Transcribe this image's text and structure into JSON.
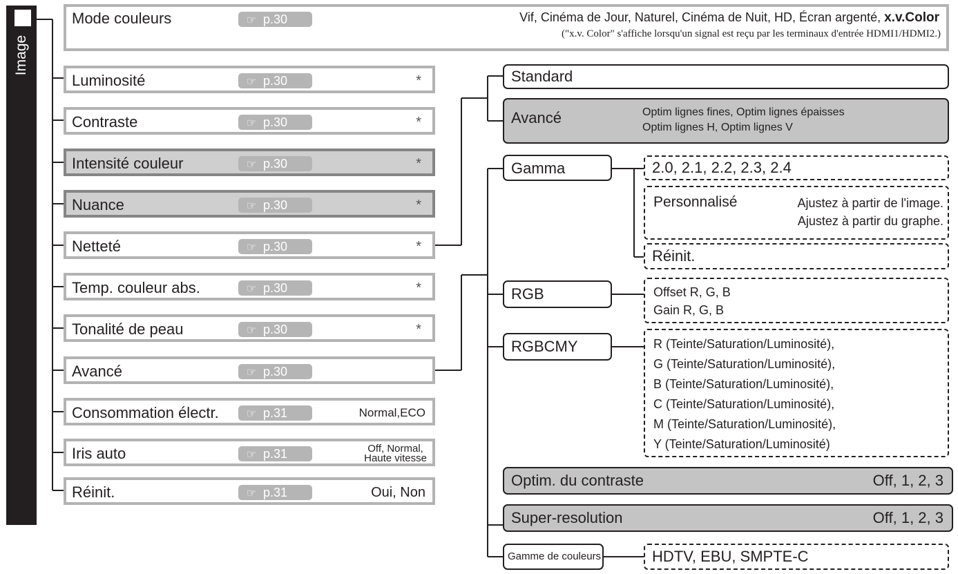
{
  "sidebar": {
    "title": "Image"
  },
  "ref_icon": "pointing-hand-icon",
  "colors": {
    "sidebar": "#231f20",
    "box_border": "#b3b3b3",
    "box_dark_border": "#858585",
    "box_dark_fill": "#cfcfcf",
    "ref_badge": "#b5b5b5",
    "highlight_fill": "#c4c4c4"
  },
  "menu": {
    "mode_couleurs": {
      "label": "Mode couleurs",
      "ref": "p.30",
      "options": "Vif, Cinéma de Jour, Naturel, Cinéma de Nuit, HD, Écran argenté,",
      "options_bold": "x.v.Color",
      "note": "(\"x.v. Color\" s'affiche lorsqu'un signal est reçu par les terminaux d'entrée HDMI1/HDMI2.)"
    },
    "items": [
      {
        "label": "Luminosité",
        "ref": "p.30",
        "value": "*"
      },
      {
        "label": "Contraste",
        "ref": "p.30",
        "value": "*"
      },
      {
        "label": "Intensité couleur",
        "ref": "p.30",
        "value": "*"
      },
      {
        "label": "Nuance",
        "ref": "p.30",
        "value": "*"
      },
      {
        "label": "Netteté",
        "ref": "p.30",
        "value": "*"
      },
      {
        "label": "Temp. couleur abs.",
        "ref": "p.30",
        "value": "*"
      },
      {
        "label": "Tonalité de peau",
        "ref": "p.30",
        "value": "*"
      },
      {
        "label": "Avancé",
        "ref": "p.30",
        "value": ""
      },
      {
        "label": "Consommation électr.",
        "ref": "p.31",
        "value": "Normal,ECO"
      },
      {
        "label": "Iris auto",
        "ref": "p.31",
        "value_line1": "Off, Normal,",
        "value_line2": "Haute vitesse"
      },
      {
        "label": "Réinit.",
        "ref": "p.31",
        "value": "Oui, Non"
      }
    ]
  },
  "nettete_sub": {
    "standard": "Standard",
    "avance": {
      "label": "Avancé",
      "line1": "Optim lignes fines, Optim lignes épaisses",
      "line2": "Optim lignes H, Optim lignes V"
    }
  },
  "avance_sub": {
    "gamma": {
      "label": "Gamma",
      "values": "2.0, 2.1, 2.2, 2.3, 2.4",
      "perso": {
        "label": "Personnalisé",
        "line1": "Ajustez à partir de l'image.",
        "line2": "Ajustez à partir du graphe."
      },
      "reinit": "Réinit."
    },
    "rgb": {
      "label": "RGB",
      "line1": "Offset R, G, B",
      "line2": "Gain R, G, B"
    },
    "rgbcmy": {
      "label": "RGBCMY",
      "lines": [
        "R (Teinte/Saturation/Luminosité),",
        "G (Teinte/Saturation/Luminosité),",
        "B (Teinte/Saturation/Luminosité),",
        "C (Teinte/Saturation/Luminosité),",
        "M (Teinte/Saturation/Luminosité),",
        "Y (Teinte/Saturation/Luminosité)"
      ]
    },
    "contrast": {
      "label": "Optim. du contraste",
      "value": "Off, 1, 2, 3"
    },
    "superres": {
      "label": "Super-resolution",
      "value": "Off, 1, 2, 3"
    },
    "gamut": {
      "label": "Gamme de couleurs",
      "value": "HDTV, EBU, SMPTE-C"
    }
  }
}
